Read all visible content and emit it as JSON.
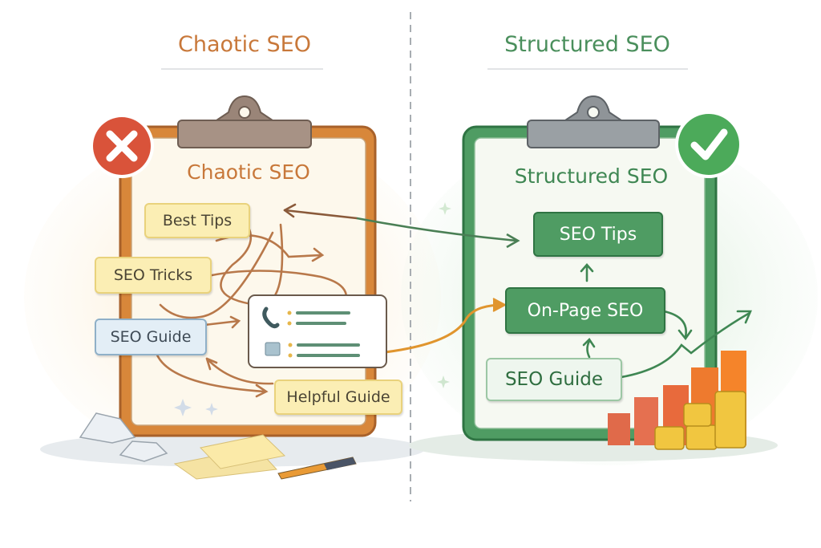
{
  "left": {
    "heading": "Chaotic SEO",
    "board_title": "Chaotic SEO",
    "status_icon": "x-mark-icon",
    "notes": [
      "Best Tips",
      "SEO Tricks",
      "SEO Guide",
      "Helpful Guide"
    ],
    "card_icons": [
      "phone-icon",
      "folder-icon"
    ]
  },
  "right": {
    "heading": "Structured SEO",
    "board_title": "Structured SEO",
    "status_icon": "check-mark-icon",
    "steps": [
      "SEO Tips",
      "On-Page SEO",
      "SEO Guide"
    ]
  },
  "colors": {
    "chaotic_accent": "#c8783a",
    "structured_accent": "#4a8f5c",
    "error_red": "#d9533a",
    "success_green": "#4caa5a"
  }
}
